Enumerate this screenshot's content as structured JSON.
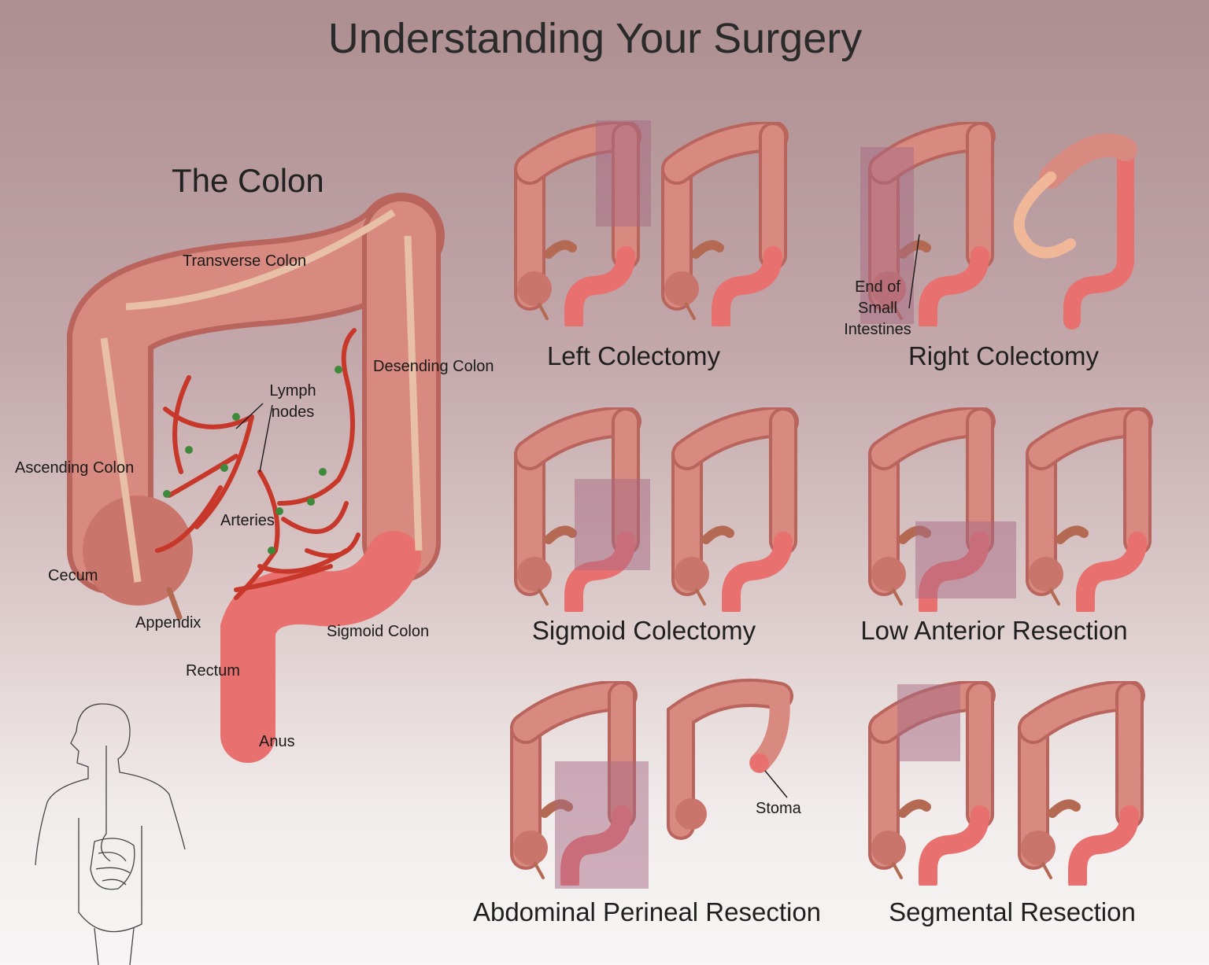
{
  "header": {
    "title": "Understanding Your Surgery"
  },
  "main_diagram": {
    "heading": "The Colon",
    "labels": {
      "transverse": "Transverse Colon",
      "descending": "Desending Colon",
      "lymph_line1": "Lymph",
      "lymph_line2": "nodes",
      "ascending": "Ascending Colon",
      "arteries": "Arteries",
      "cecum": "Cecum",
      "appendix": "Appendix",
      "sigmoid": "Sigmoid Colon",
      "rectum": "Rectum",
      "anus": "Anus"
    }
  },
  "procedures": [
    {
      "name": "Left Colectomy"
    },
    {
      "name": "Right Colectomy"
    },
    {
      "name": "Sigmoid Colectomy"
    },
    {
      "name": "Low Anterior Resection"
    },
    {
      "name": "Abdominal Perineal Resection"
    },
    {
      "name": "Segmental Resection"
    }
  ],
  "annotations": {
    "small_intestine_line1": "End of",
    "small_intestine_line2": "Small",
    "small_intestine_line3": "Intestines",
    "stoma": "Stoma"
  },
  "colors": {
    "colon": "#d98a80",
    "colon_shade": "#b9645c",
    "rectum": "#e8706e",
    "artery": "#c7382a",
    "node": "#3f8a3a",
    "highlight": "#a86a84",
    "band": "#e8c0a8",
    "appendix": "#b46a52"
  }
}
